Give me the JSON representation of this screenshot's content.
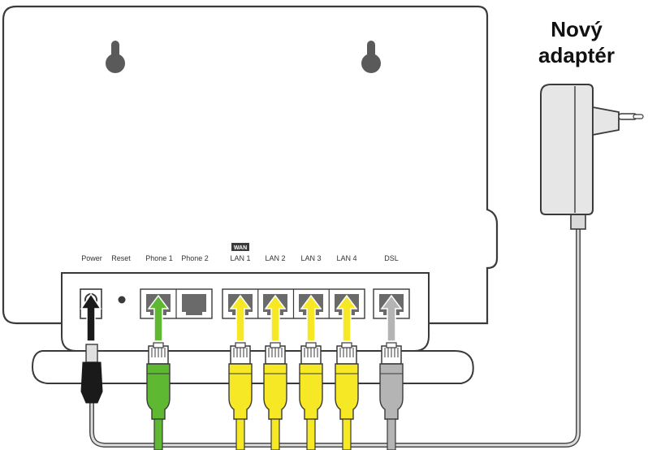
{
  "adapter": {
    "title_line1": "Nový",
    "title_line2": "adaptér"
  },
  "ports": {
    "power": "Power",
    "reset": "Reset",
    "phone1": "Phone 1",
    "phone2": "Phone 2",
    "wan_badge": "WAN",
    "lan1": "LAN 1",
    "lan2": "LAN 2",
    "lan3": "LAN 3",
    "lan4": "LAN 4",
    "dsl": "DSL"
  },
  "colors": {
    "outline": "#3a3a3a",
    "router_body": "#ffffff",
    "adapter_body": "#e6e6e6",
    "power_plug": "#1a1a1a",
    "phone_cable": "#5fb832",
    "lan_cable": "#f7e825",
    "dsl_cable": "#b4b4b4",
    "port_fill": "#6a6a6a"
  }
}
